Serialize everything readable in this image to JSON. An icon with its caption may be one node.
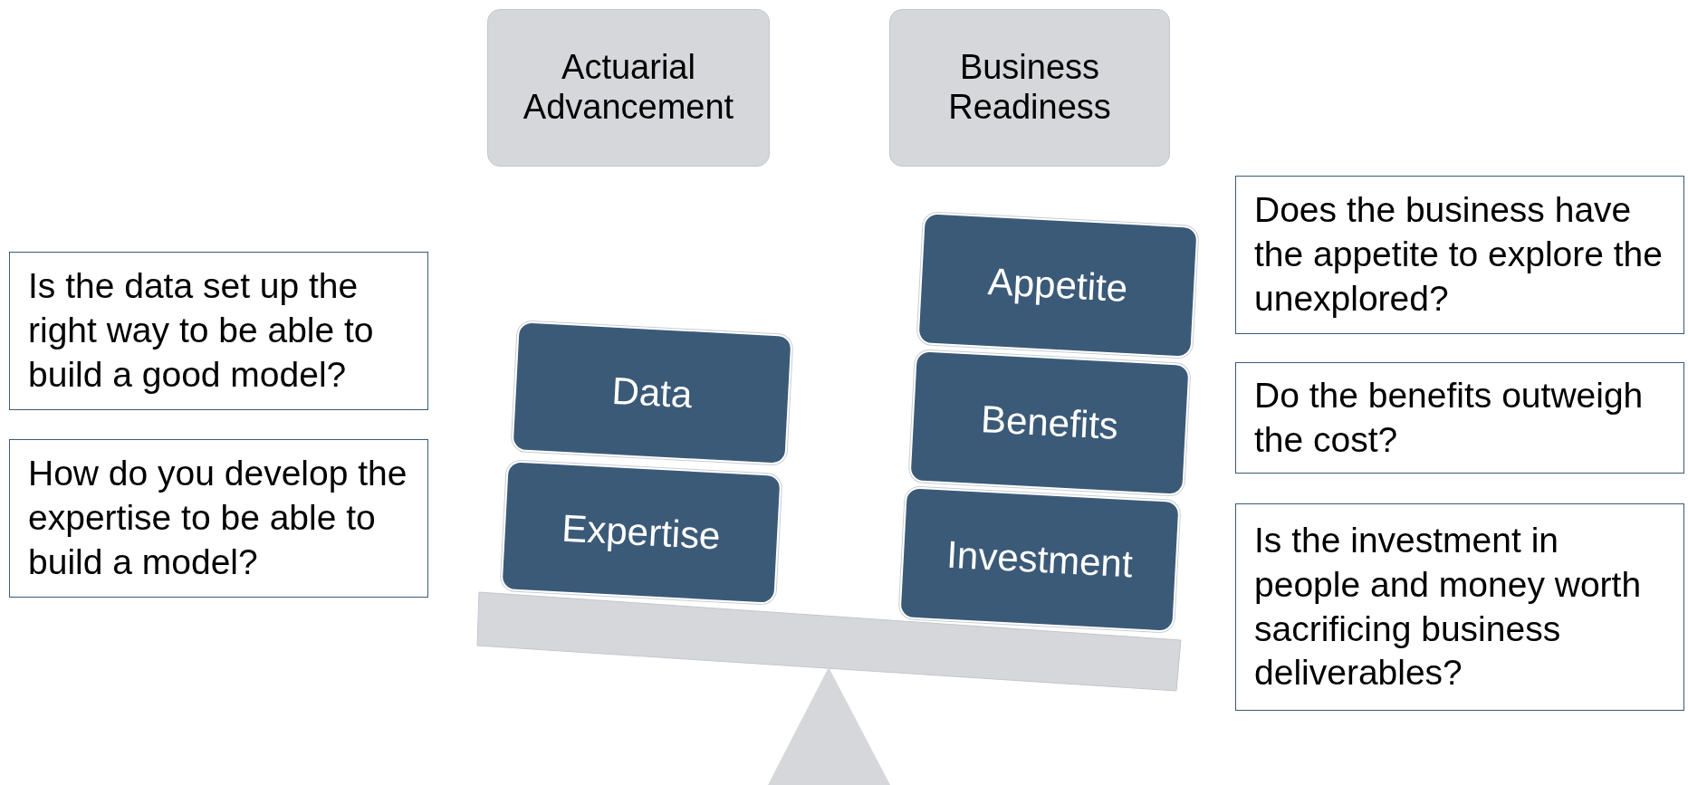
{
  "diagram": {
    "nodes": [
      {
        "text": [
          "Actuarial Advancement"
        ]
      },
      {
        "text": [
          "Business Readiness"
        ]
      },
      {
        "text": [
          "Does the business have the appetite to explore the unexplored?"
        ]
      },
      {
        "text": [
          "Is the data set up the right way to be able to build a good model?"
        ]
      },
      {
        "text": [
          "Appetite"
        ]
      },
      {
        "text": [
          "Data"
        ]
      },
      {
        "text": [
          "Benefits"
        ]
      },
      {
        "text": [
          "Do the benefits outweigh the cost?"
        ]
      },
      {
        "text": [
          "How do you develop the expertise to be able to build a model?"
        ]
      },
      {
        "text": [
          "Expertise"
        ]
      },
      {
        "text": [
          "Investment"
        ]
      },
      {
        "text": [
          "Is the investment in people and money worth sacrificing business deliverables?"
        ]
      }
    ]
  }
}
